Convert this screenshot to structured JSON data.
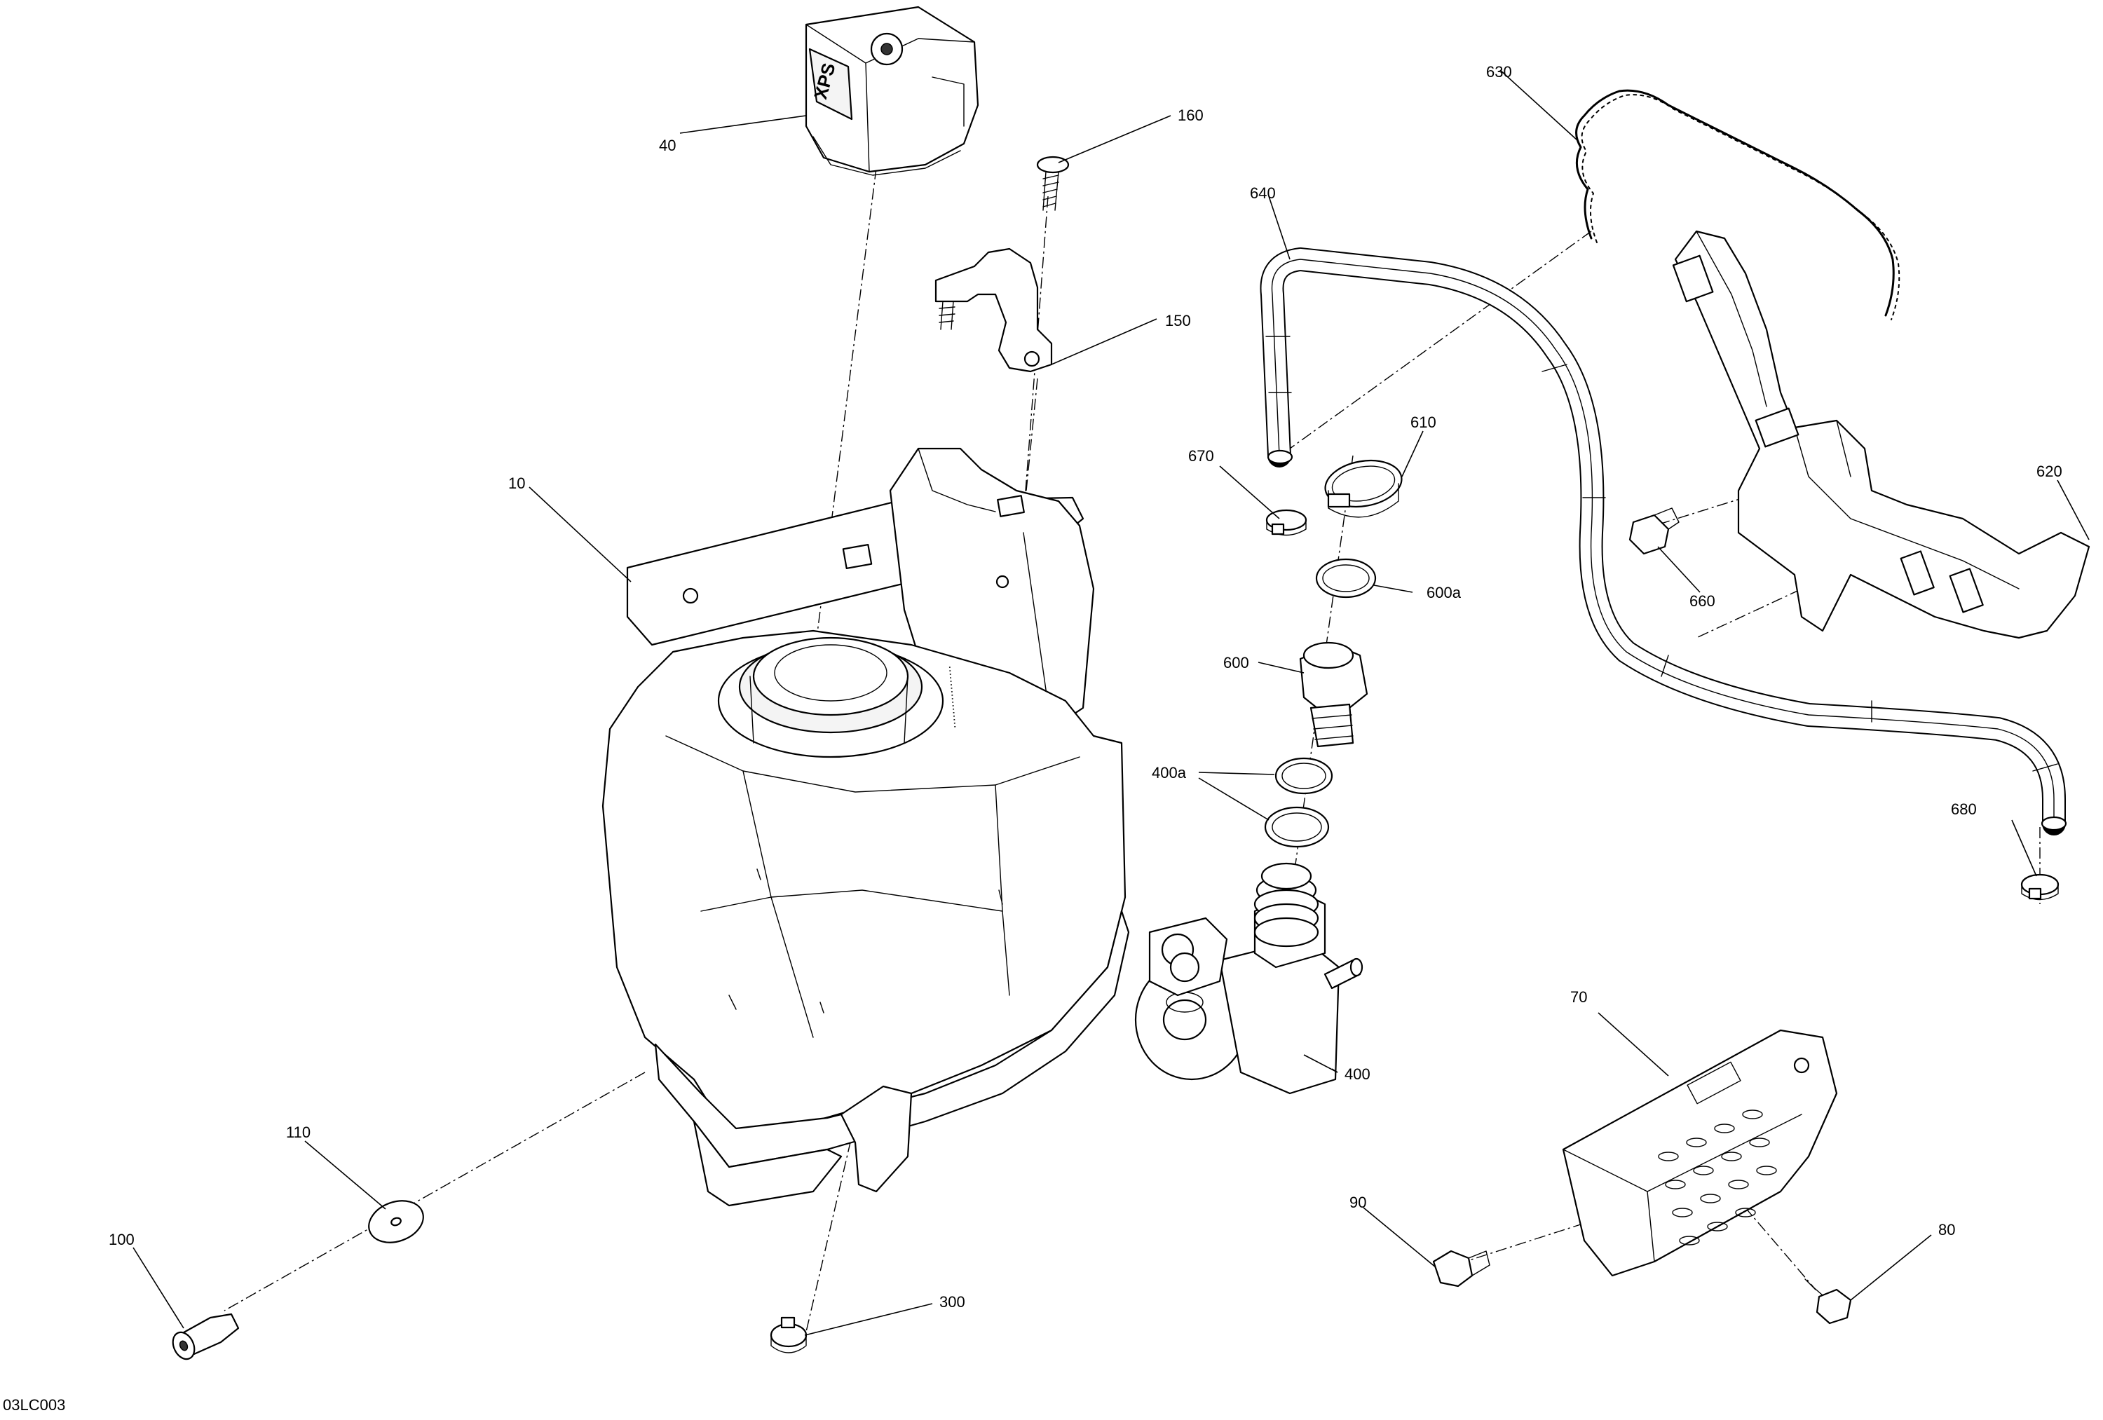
{
  "diagram": {
    "reference_code": "03LC003",
    "callouts": [
      {
        "id": "10",
        "label": "10"
      },
      {
        "id": "40",
        "label": "40"
      },
      {
        "id": "70",
        "label": "70"
      },
      {
        "id": "80",
        "label": "80"
      },
      {
        "id": "90",
        "label": "90"
      },
      {
        "id": "100",
        "label": "100"
      },
      {
        "id": "110",
        "label": "110"
      },
      {
        "id": "150",
        "label": "150"
      },
      {
        "id": "160",
        "label": "160"
      },
      {
        "id": "300",
        "label": "300"
      },
      {
        "id": "400",
        "label": "400"
      },
      {
        "id": "400a",
        "label": "400a"
      },
      {
        "id": "600",
        "label": "600"
      },
      {
        "id": "600a",
        "label": "600a"
      },
      {
        "id": "610",
        "label": "610"
      },
      {
        "id": "620",
        "label": "620"
      },
      {
        "id": "630",
        "label": "630"
      },
      {
        "id": "640",
        "label": "640"
      },
      {
        "id": "660",
        "label": "660"
      },
      {
        "id": "670",
        "label": "670"
      },
      {
        "id": "680",
        "label": "680"
      }
    ],
    "cap_emblem": "XPS"
  }
}
